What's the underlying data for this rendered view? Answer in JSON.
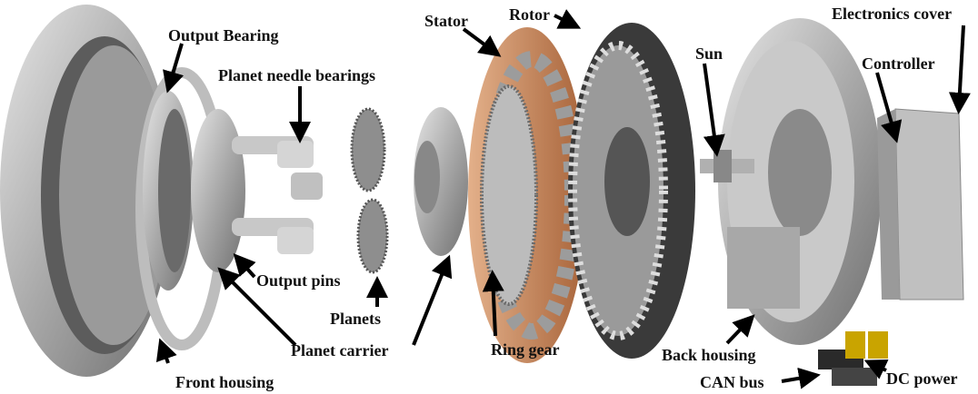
{
  "title": "Exploded view of actuator assembly",
  "labels": {
    "output_bearing": "Output Bearing",
    "planet_needle_bearings": "Planet needle bearings",
    "stator": "Stator",
    "rotor": "Rotor",
    "sun": "Sun",
    "electronics_cover": "Electronics cover",
    "controller": "Controller",
    "output_pins": "Output pins",
    "planets": "Planets",
    "planet_carrier": "Planet carrier",
    "ring_gear": "Ring gear",
    "back_housing": "Back housing",
    "can_bus": "CAN bus",
    "dc_power": "DC power",
    "front_housing": "Front housing"
  },
  "colors": {
    "metal": "#b9b9b9",
    "metal_dark": "#7a7a7a",
    "copper": "#c98a5e",
    "rotor": "#3e3e3e",
    "text": "#111111"
  }
}
